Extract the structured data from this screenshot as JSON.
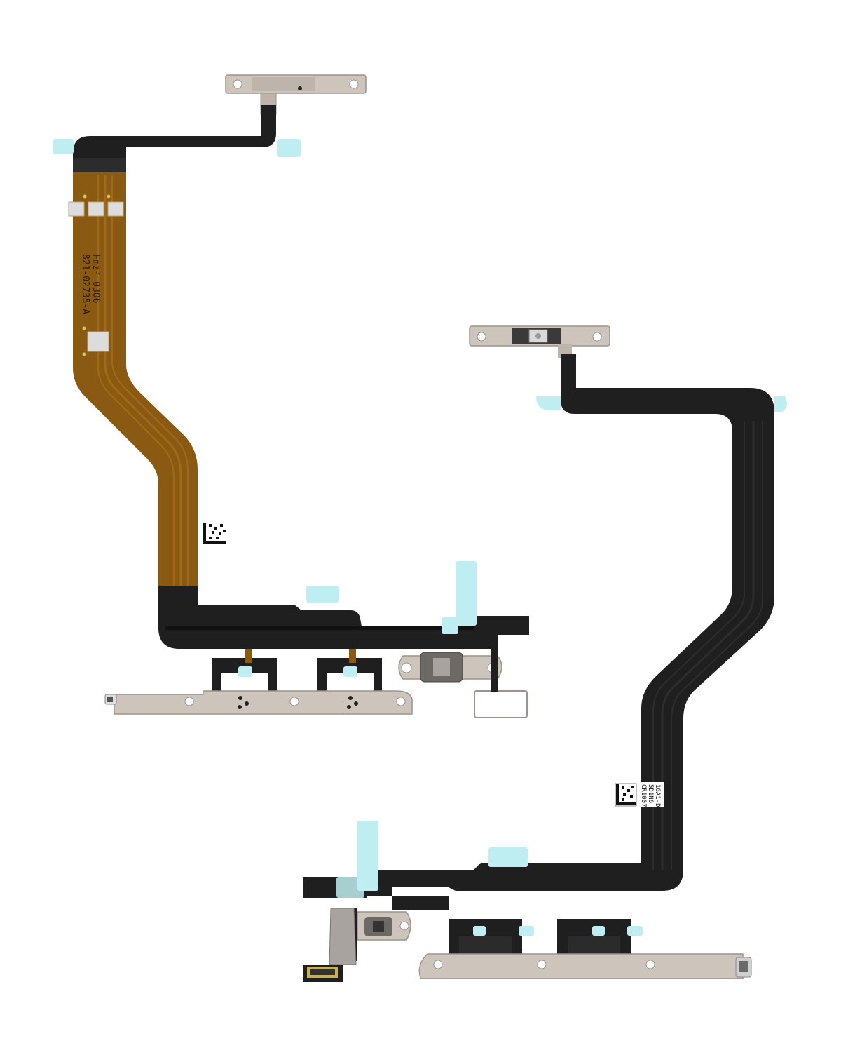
{
  "photo": {
    "background_color": "#ffffff",
    "colors": {
      "flex_black": "#1f1f1f",
      "flex_amber": "#8a5a12",
      "flex_amber_trace": "#a06a18",
      "metal_bracket": "#cdc4bc",
      "metal_edge": "#9c948c",
      "adhesive_blue": "#bfeef2",
      "gold_pad": "#d8c05a",
      "contact_pad": "#dcdcdc"
    },
    "left_cable": {
      "part_number": "821-02735-A",
      "marking": "Fmz³ 0306"
    },
    "right_cable": {
      "label_lines": [
        "CR1007",
        "5D1N6",
        "1GA1-D"
      ]
    }
  }
}
